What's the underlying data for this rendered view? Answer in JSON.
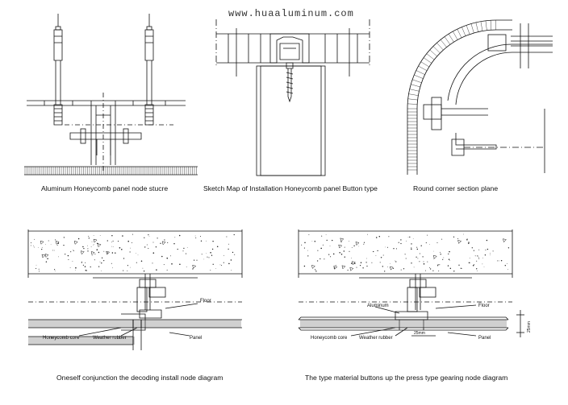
{
  "watermark": "www.huaaluminum.com",
  "captions": {
    "fig1": "Aluminum Honeycomb panel node stucre",
    "fig2": "Sketch Map of Installation Honeycomb panel Button type",
    "fig3": "Round corner section plane",
    "fig4": "Oneself conjunction the decoding install node diagram",
    "fig5": "The type material buttons up the press type gearing node diagram"
  },
  "fig4_labels": {
    "floor": "Floor",
    "honeycomb_core": "Honeycomb core",
    "weather_rubber": "Weather rubber",
    "panel": "Panel"
  },
  "fig5_labels": {
    "aluminum": "Aluminum",
    "floor": "Floor",
    "honeycomb_core": "Honeycomb core",
    "weather_rubber": "Weather rubber",
    "gap": "25mm",
    "panel": "Panel",
    "thickness": "25mm"
  },
  "colors": {
    "line": "#111111",
    "background": "#ffffff"
  }
}
